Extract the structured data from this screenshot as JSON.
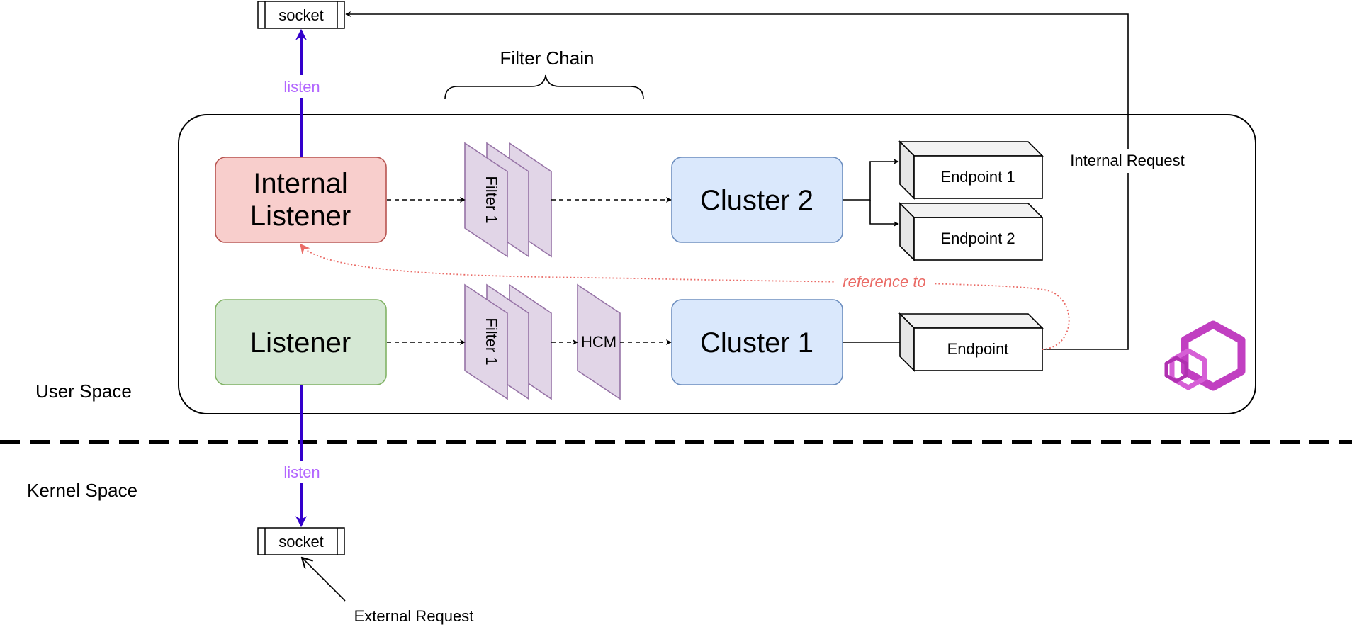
{
  "labels": {
    "socket_top": "socket",
    "socket_bottom": "socket",
    "listen_top": "listen",
    "listen_bottom": "listen",
    "filter_chain": "Filter Chain",
    "internal_listener_line1": "Internal",
    "internal_listener_line2": "Listener",
    "listener": "Listener",
    "filter_top": "Filter 1",
    "filter_bottom": "Filter 1",
    "hcm": "HCM",
    "cluster2": "Cluster 2",
    "cluster1": "Cluster 1",
    "endpoint1": "Endpoint 1",
    "endpoint2": "Endpoint 2",
    "endpoint": "Endpoint",
    "internal_request": "Internal Request",
    "reference_to": "reference to",
    "user_space": "User Space",
    "kernel_space": "Kernel Space",
    "external_request": "External Request"
  },
  "colors": {
    "internal_listener_fill": "#f8cecc",
    "internal_listener_stroke": "#b85450",
    "listener_fill": "#d5e8d4",
    "listener_stroke": "#82b366",
    "cluster_fill": "#dae8fc",
    "cluster_stroke": "#6c8ebf",
    "filter_fill": "#e1d5e7",
    "filter_stroke": "#9673a6",
    "listen_arrow": "#3300cc",
    "listen_text": "#b266ff",
    "reference_line": "#ea6b66",
    "logo": "#c13fc1"
  },
  "icons": {
    "logo": "envoy-logo-icon"
  }
}
